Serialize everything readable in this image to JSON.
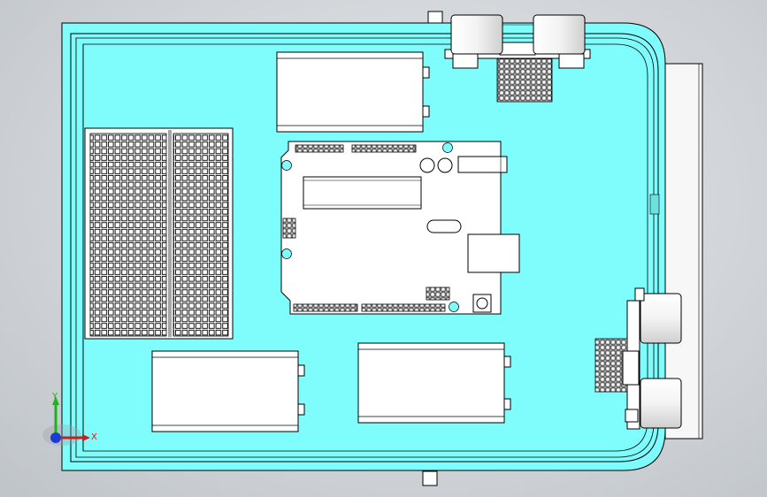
{
  "colors": {
    "board": "#7ffcfc",
    "outline": "#000000",
    "part_fill": "#ffffff",
    "background": "#cfd3d7",
    "axis_x": "#d11a1a",
    "axis_y": "#1ab51a",
    "axis_z": "#1a3cd1"
  },
  "view_triad": {
    "x_label": "X",
    "y_label": "Y"
  },
  "components": {
    "battery_count": 3,
    "breadboard_columns": 2,
    "ultrasonic_sensors": 2
  }
}
